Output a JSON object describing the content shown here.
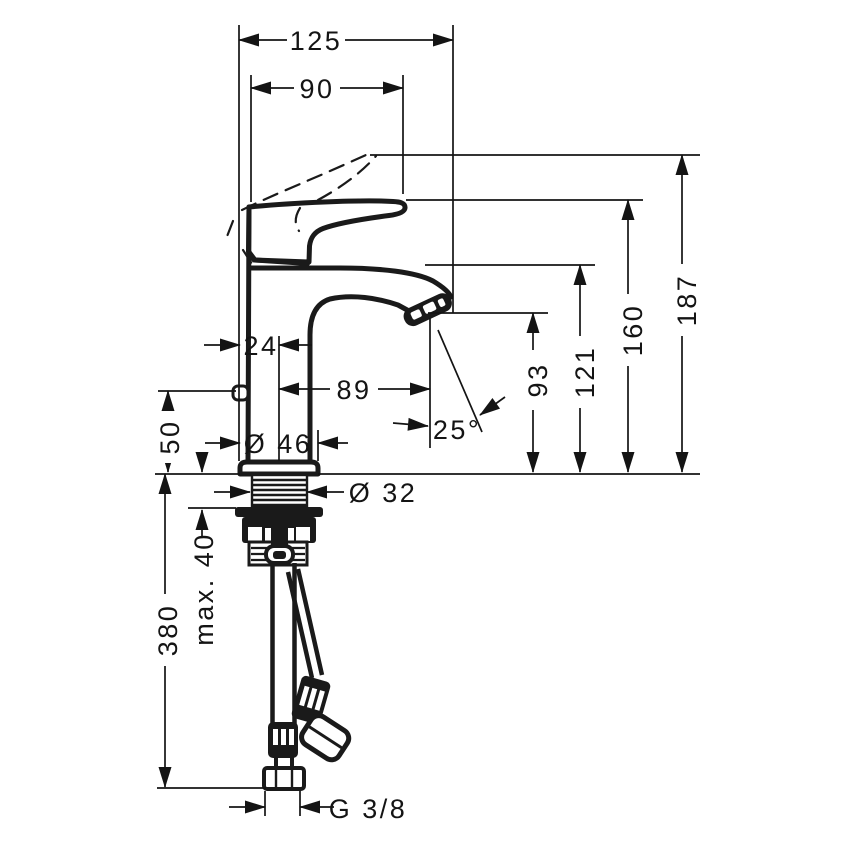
{
  "drawing": {
    "title": "Single-lever basin mixer — dimensional technical drawing",
    "colors": {
      "ink": "#141414",
      "background": "#ffffff"
    },
    "labels": {
      "overall_depth": "125",
      "lever_depth": "90",
      "overall_height": "187",
      "lever_height": "160",
      "spout_top_height": "121",
      "outlet_height": "93",
      "rear_offset": "24",
      "spout_reach": "89",
      "outlet_angle": "25°",
      "deck_clearance": "50",
      "base_diameter": "Ø 46",
      "shank_diameter": "Ø 32",
      "max_deck_thickness": "max. 40",
      "hose_length": "380",
      "connection_thread": "G 3/8"
    }
  }
}
